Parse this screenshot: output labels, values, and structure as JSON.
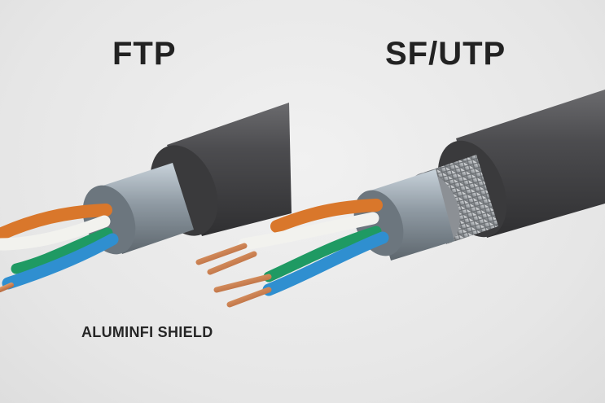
{
  "labels": {
    "left_title": "FTP",
    "right_title": "SF/UTP",
    "shield_caption": "ALUMINFI SHIELD"
  },
  "colors": {
    "background": "#e9e9e9",
    "cable_jacket": "#4a4a4c",
    "foil_shield": "#8f9aa3",
    "braid_shield": "#b9bcbf",
    "wire_orange": "#d9772b",
    "wire_blue": "#2f8fd0",
    "wire_green": "#1f9a63",
    "wire_white": "#f2f2ee",
    "copper": "#c9733b"
  },
  "icons": [
    "ftp-cable-illustration",
    "sf-utp-cable-illustration"
  ]
}
